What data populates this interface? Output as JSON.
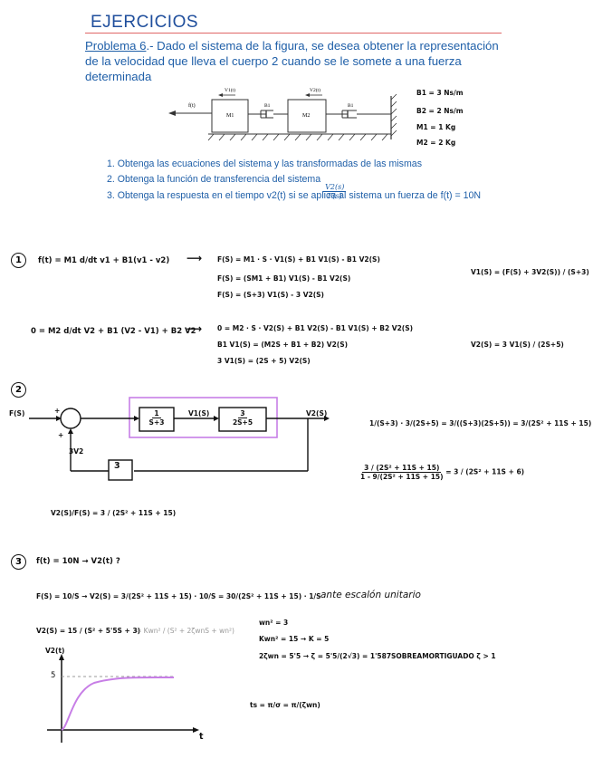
{
  "header": {
    "title": "EJERCICIOS"
  },
  "problem": {
    "label": "Problema 6",
    "text": ".- Dado el sistema de la figura, se desea obtener la representación de la velocidad que lleva el cuerpo 2 cuando se le somete a una fuerza determinada"
  },
  "figure": {
    "f_label": "f(t)",
    "m1": "M1",
    "m2": "M2",
    "b1a": "B1",
    "b1b": "B1",
    "v1": "V1(t)",
    "v2": "V2(t)",
    "params": [
      "B1 = 3 Ns/m",
      "B2 = 2 Ns/m",
      "M1 = 1 Kg",
      "M2 = 2 Kg"
    ]
  },
  "tasks": [
    "1.  Obtenga las ecuaciones del sistema y las transformadas de las mismas",
    "2.  Obtenga la función de transferencia del sistema",
    "3.  Obtenga la respuesta en el tiempo v2(t) si se aplica al sistema un fuerza de f(t) = 10N"
  ],
  "task2_frac": {
    "num": "V2(s)",
    "den": "F(s)"
  },
  "part1": {
    "circle": "1",
    "eq1_lhs": "f(t) = M1 d/dt v1 + B1(v1 - v2)",
    "eq1_rhs": [
      "F(S) = M1 · S · V1(S) + B1 V1(S) - B1 V2(S)",
      "F(S) = (SM1 + B1) V1(S) - B1 V2(S)",
      "F(S) = (S+3) V1(S) - 3 V2(S)"
    ],
    "v1_result": "V1(S) = (F(S) + 3V2(S)) / (S+3)",
    "eq2_lhs": "0 = M2 d/dt V2 + B1 (V2 - V1) + B2 V2",
    "eq2_rhs": [
      "0 = M2 · S · V2(S) + B1 V2(S) - B1 V1(S) + B2 V2(S)",
      "B1 V1(S) = (M2S + B1 + B2) V2(S)",
      "3 V1(S) = (2S + 5) V2(S)"
    ],
    "v2_result": "V2(S) = 3 V1(S) / (2S+5)"
  },
  "part2": {
    "circle": "2",
    "input": "F(S)",
    "plus1": "+",
    "plus2": "+",
    "block1_num": "1",
    "block1_den": "S+3",
    "mid": "V1(S)",
    "block2_num": "3",
    "block2_den": "2S+5",
    "output": "V2(S)",
    "feedback_label": "3V2",
    "feedback_block": "3",
    "calc": [
      "1/(S+3) · 3/(2S+5) = 3/((S+3)(2S+5)) = 3/(2S² + 11S + 15)"
    ],
    "reduce_num": "3 / (2S² + 11S + 15)",
    "reduce_den": "1 - 9/(2S² + 11S + 15)",
    "reduce_res": "3 / (2S² + 11S + 6)",
    "tf": "V2(S)/F(S) = 3 / (2S² + 11S + 15)"
  },
  "part3": {
    "circle": "3",
    "line1": "f(t) = 10N  →  V2(t) ?",
    "line2": "F(S) = 10/S  →  V2(S) = 3/(2S² + 11S + 15) · 10/S = 30/(2S² + 11S + 15) · 1/S",
    "escalon": "ante escalón unitario",
    "line3": "V2(S) = 15 / (S² + 5'5S + 3)",
    "line3b": "= Kwn² / (S² + 2ζwnS + wn²)",
    "wn": "wn² = 3",
    "k": "Kwn² = 15  →  K = 5",
    "zeta": "2ζwn = 5'5  →  ζ = 5'5/(2√3) = 1'587",
    "sobre": "SOBREAMORTIGUADO  ζ > 1",
    "ts": "ts = π/σ = π/(ζwn)",
    "graph_ylabel": "V2(t)",
    "graph_level": "5",
    "graph_xlabel": "t"
  }
}
